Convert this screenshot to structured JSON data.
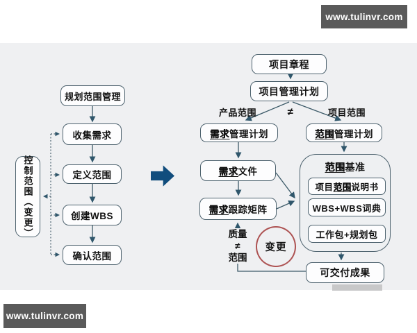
{
  "watermark": {
    "site": "www.tulinvr.com"
  },
  "left_flow": {
    "plan_scope": "规划范围管理",
    "collect": "收集需求",
    "define": "定义范围",
    "create_wbs": "创建WBS",
    "validate": "确认范围",
    "control": "控制范围（变更）"
  },
  "right_flow": {
    "charter": "项目章程",
    "pm_plan": "项目管理计划",
    "product_scope_label": "产品范围",
    "not_equal": "≠",
    "project_scope_label": "项目范围",
    "req_plan": {
      "em": "需求",
      "rest": "管理计划"
    },
    "scope_plan": {
      "em": "范围",
      "rest": "管理计划"
    },
    "req_doc": {
      "em": "需求",
      "rest": "文件"
    },
    "req_matrix": {
      "em": "需求",
      "rest": "跟踪矩阵"
    },
    "baseline": {
      "title_em": "范围",
      "title_rest": "基准",
      "scope_statement": {
        "pre": "项目",
        "em": "范围",
        "rest": "说明书"
      },
      "wbs_dict": "WBS+WBS词典",
      "work_packages": "工作包+规划包"
    },
    "deliverables": "可交付成果",
    "quality_label": {
      "line1": "质量",
      "line2": "≠",
      "line3": "范围"
    },
    "change_badge": "变更"
  },
  "colors": {
    "panel_bg": "#eff0f2",
    "node_border": "#4d626e",
    "connector": "#3c5a68",
    "big_arrow": "#114d7d",
    "change_circle": "#ad5252",
    "watermark_bg": "#5a5a5a"
  }
}
